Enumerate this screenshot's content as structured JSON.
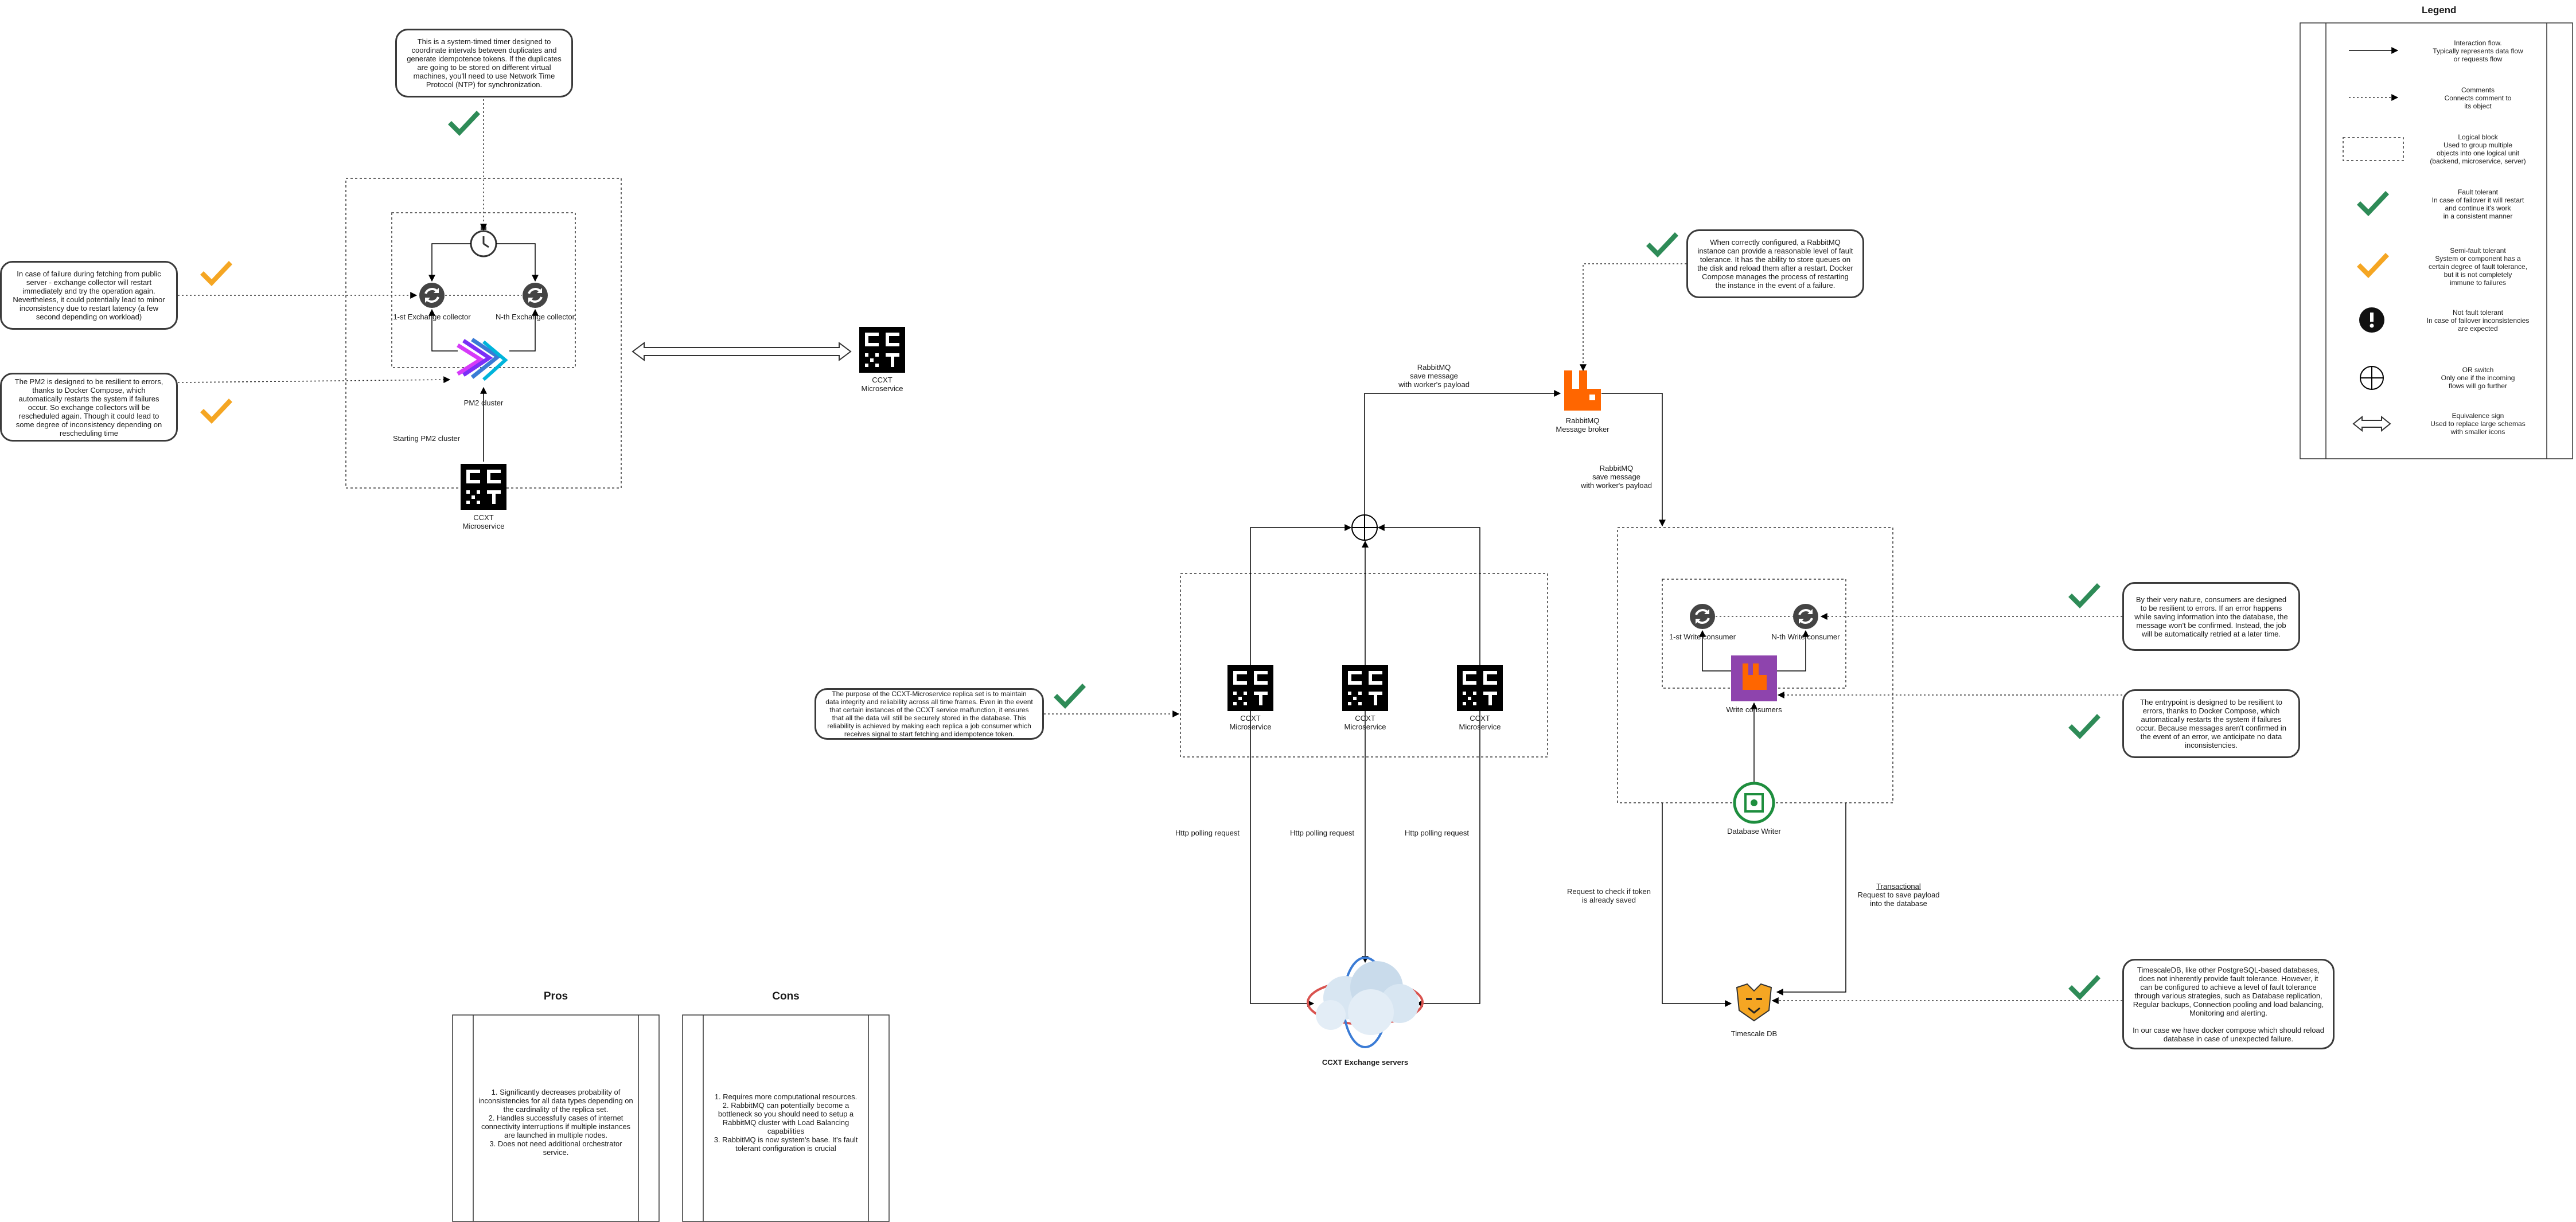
{
  "notes": {
    "timer": "This is a system-timed timer designed to coordinate intervals between duplicates and generate idempotence tokens. If the duplicates are going to be stored on different virtual machines, you'll need to use Network Time Protocol (NTP) for synchronization.",
    "fetch_failure": "In case of failure during fetching from public server - exchange collector will restart immediately and try the operation again. Nevertheless, it could potentially lead to minor inconsistency due to restart latency (a few second depending on workload)",
    "pm2": "The PM2 is designed to be resilient to errors, thanks to Docker Compose, which automatically restarts the system if failures occur. So exchange collectors will be rescheduled again. Though it could lead to some degree of inconsistency depending on rescheduling time",
    "rabbitmq": "When correctly configured, a RabbitMQ instance can provide a reasonable level of fault tolerance. It has the ability to store queues on the disk and reload them after a restart. Docker Compose manages the process of restarting the instance in the event of a failure.",
    "replica": "The purpose of the CCXT-Microservice replica set is to maintain data integrity and reliability across all time frames. Even in the event that certain instances of the CCXT service malfunction, it ensures that all the data will still be securely stored in the database. This reliability is achieved by making each replica a job consumer which receives signal to start fetching and idempotence token.",
    "consumers": "By their very nature, consumers are designed to be resilient to errors. If an error happens while saving information into the database, the message won't be confirmed. Instead, the job will be automatically retried at a later time.",
    "entrypoint": "The entrypoint is designed to be resilient to errors, thanks to Docker Compose, which automatically restarts the system if failures occur. Because messages aren't confirmed in the event of an error, we anticipate no data inconsistencies.",
    "timescale": "TimescaleDB, like other PostgreSQL-based databases, does not inherently provide fault tolerance. However, it can be configured to achieve a level of fault tolerance through various strategies, such as Database replication, Regular backups, Connection pooling and load balancing, Monitoring and alerting.\n\nIn our case we have docker compose which should reload database in case of unexpected failure."
  },
  "labels": {
    "first_exchange_collector": "1-st Exchange collector",
    "nth_exchange_collector": "N-th Exchange collector",
    "pm2_cluster": "PM2 cluster",
    "starting_pm2": "Starting PM2 cluster",
    "ccxt_microservice": "CCXT\nMicroservice",
    "rabbitmq_save_1": "RabbitMQ\nsave message\nwith worker's payload",
    "rabbitmq_save_2": "RabbitMQ\nsave message\nwith worker's payload",
    "rabbitmq_broker": "RabbitMQ\nMessage broker",
    "first_write_consumer": "1-st Write consumer",
    "nth_write_consumer": "N-th Write consumer",
    "write_consumers": "Write consumers",
    "database_writer": "Database Writer",
    "http_polling": "Http polling request",
    "check_token": "Request to check if token\nis already saved",
    "transactional": "Transactional",
    "save_payload": "Request to save payload\ninto the database",
    "timescale_db": "Timescale DB",
    "ccxt_exchange_servers": "CCXT Exchange servers"
  },
  "pros": {
    "title": "Pros",
    "body": "1. Significantly decreases probability of inconsistencies for all data types depending on the cardinality of the replica set.\n2. Handles successfully cases of internet connectivity interruptions if multiple instances are launched in multiple nodes.\n3. Does not need additional orchestrator service."
  },
  "cons": {
    "title": "Cons",
    "body": "1. Requires more computational resources.\n2. RabbitMQ can potentially become a bottleneck so you should need to setup a RabbitMQ cluster with Load Balancing capabilities\n3. RabbitMQ is now system's base. It's fault tolerant configuration is crucial"
  },
  "legend": {
    "title": "Legend",
    "items": [
      {
        "icon": "solid-arrow",
        "text": "Interaction flow.\nTypically represents data flow\nor requests flow"
      },
      {
        "icon": "dotted-arrow",
        "text": "Comments\nConnects comment to\nits object"
      },
      {
        "icon": "dotted-box",
        "text": "Logical block\nUsed to group multiple\nobjects into one logical unit\n(backend, microservice, server)"
      },
      {
        "icon": "green-check",
        "text": "Fault tolerant\nIn case of failover it will restart\nand continue it's work\nin a consistent manner"
      },
      {
        "icon": "orange-check",
        "text": "Semi-fault tolerant\nSystem or component has a\ncertain degree of fault tolerance,\nbut it is not completely\nimmune to failures"
      },
      {
        "icon": "exclamation",
        "text": "Not fault tolerant\nIn case of failover inconsistencies\nare expected"
      },
      {
        "icon": "or-switch",
        "text": "OR switch\nOnly one if the incoming\nflows will go further"
      },
      {
        "icon": "equivalence",
        "text": "Equivalence sign\nUsed to replace large schemas\nwith smaller icons"
      }
    ]
  },
  "colors": {
    "green_check": "#2e8b57",
    "orange_check": "#f5a623",
    "rabbitmq": "#ff6600",
    "write_consumers": "#8e44ad",
    "database_writer": "#1e8e3e",
    "pm2": "#7b2ff7"
  }
}
